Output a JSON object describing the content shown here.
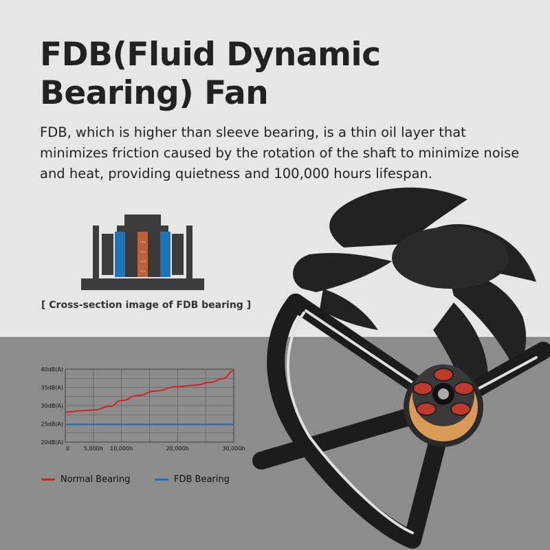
{
  "page": {
    "title": "FDB(Fluid Dynamic Bearing) Fan",
    "description": "FDB, which is higher than sleeve bearing, is a thin oil layer that minimizes friction caused by the rotation of the shaft to minimize noise and heat, providing quietness and 100,000 hours lifespan.",
    "caption": "[ Cross-section image of FDB bearing ]",
    "colors": {
      "background_top": "#e6e6e6",
      "background_bottom": "#8c8c8c",
      "normal": "#d61f26",
      "fdb": "#1f6fb6"
    }
  },
  "chart_data": {
    "type": "line",
    "x_ticks": [
      "0",
      "5,000h",
      "10,000h",
      "20,000h",
      "30,000h"
    ],
    "y_ticks": [
      "20dB(A)",
      "25dB(A)",
      "30dB(A)",
      "35dB(A)",
      "40dB(A)"
    ],
    "xlim": [
      0,
      30000
    ],
    "ylim": [
      20,
      40
    ],
    "grid": true,
    "legend_position": "bottom",
    "series": [
      {
        "name": "Normal Bearing",
        "color": "#d61f26",
        "x": [
          0,
          3000,
          5000,
          8000,
          10000,
          13000,
          16000,
          20000,
          23000,
          26000,
          28000,
          30000
        ],
        "y": [
          28.2,
          28.6,
          28.8,
          29.8,
          31.4,
          32.8,
          34.0,
          35.2,
          35.6,
          36.4,
          37.4,
          39.5
        ]
      },
      {
        "name": "FDB Bearing",
        "color": "#1f6fb6",
        "x": [
          0,
          30000
        ],
        "y": [
          24.8,
          24.8
        ]
      }
    ]
  }
}
